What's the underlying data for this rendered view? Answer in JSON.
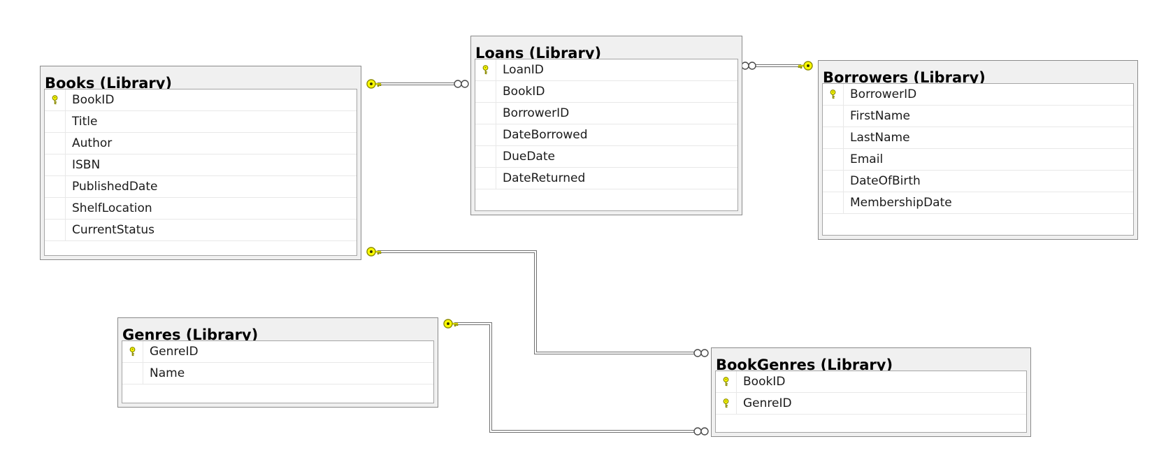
{
  "colors": {
    "key_fill": "#ffff00",
    "key_stroke": "#8c8c00",
    "connector": "#707070",
    "table_border": "#8a8a8a",
    "table_header_bg": "#f0f0f0"
  },
  "tables": [
    {
      "id": "books",
      "title": "Books (Library)",
      "columns": [
        {
          "name": "BookID",
          "key": true
        },
        {
          "name": "Title",
          "key": false
        },
        {
          "name": "Author",
          "key": false
        },
        {
          "name": "ISBN",
          "key": false
        },
        {
          "name": "PublishedDate",
          "key": false
        },
        {
          "name": "ShelfLocation",
          "key": false
        },
        {
          "name": "CurrentStatus",
          "key": false
        }
      ]
    },
    {
      "id": "loans",
      "title": "Loans (Library)",
      "columns": [
        {
          "name": "LoanID",
          "key": true
        },
        {
          "name": "BookID",
          "key": false
        },
        {
          "name": "BorrowerID",
          "key": false
        },
        {
          "name": "DateBorrowed",
          "key": false
        },
        {
          "name": "DueDate",
          "key": false
        },
        {
          "name": "DateReturned",
          "key": false
        }
      ]
    },
    {
      "id": "borrowers",
      "title": "Borrowers (Library)",
      "columns": [
        {
          "name": "BorrowerID",
          "key": true
        },
        {
          "name": "FirstName",
          "key": false
        },
        {
          "name": "LastName",
          "key": false
        },
        {
          "name": "Email",
          "key": false
        },
        {
          "name": "DateOfBirth",
          "key": false
        },
        {
          "name": "MembershipDate",
          "key": false
        }
      ]
    },
    {
      "id": "genres",
      "title": "Genres (Library)",
      "columns": [
        {
          "name": "GenreID",
          "key": true
        },
        {
          "name": "Name",
          "key": false
        }
      ]
    },
    {
      "id": "bookgenres",
      "title": "BookGenres (Library)",
      "columns": [
        {
          "name": "BookID",
          "key": true
        },
        {
          "name": "GenreID",
          "key": true
        }
      ]
    }
  ],
  "relationships": [
    {
      "id": "books-loans",
      "one": "books",
      "many": "loans"
    },
    {
      "id": "borrowers-loans",
      "one": "borrowers",
      "many": "loans"
    },
    {
      "id": "books-bookgenres",
      "one": "books",
      "many": "bookgenres"
    },
    {
      "id": "genres-bookgenres",
      "one": "genres",
      "many": "bookgenres"
    }
  ]
}
